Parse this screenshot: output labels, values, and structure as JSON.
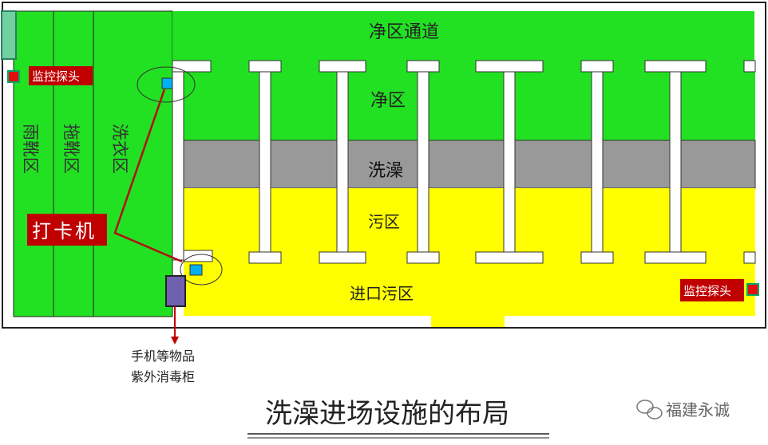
{
  "title": "洗澡进场设施的布局",
  "watermark": "福建永诚",
  "zones": {
    "clean_corridor": "净区通道",
    "clean_area": "净区",
    "shower": "洗澡",
    "dirty_area": "污区",
    "entry_dirty_area": "进口污区",
    "rain_boots": "雨靴区",
    "dragging_boots": "拖靴区",
    "wash_clothes": "洗衣区"
  },
  "labels": {
    "camera_left": "监控探头",
    "camera_right": "监控探头",
    "time_clock": "打卡机",
    "uv_cabinet_line1": "手机等物品",
    "uv_cabinet_line2": "紫外消毒柜"
  },
  "colors": {
    "clean": "#22e022",
    "dirty": "#ffff00",
    "shower": "#999999",
    "label_bg": "#c00000",
    "camera": "#00b0f0",
    "cabinet": "#7060b0"
  }
}
